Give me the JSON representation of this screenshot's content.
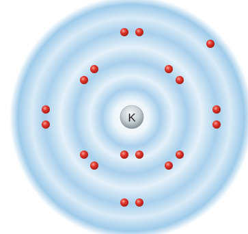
{
  "nucleus": {
    "symbol": "K"
  },
  "shells": [
    {
      "electron_count": 2
    },
    {
      "electron_count": 8
    },
    {
      "electron_count": 8
    },
    {
      "electron_count": 1
    }
  ],
  "colors": {
    "shell_glow": "#8fc3e6",
    "shell_glow_light": "#d6ebf7",
    "electron": "#d9342b",
    "electron_highlight": "#f7a39a",
    "nucleus": "#9aa7ae",
    "nucleus_highlight": "#f4f7f8",
    "background": "#ffffff"
  }
}
